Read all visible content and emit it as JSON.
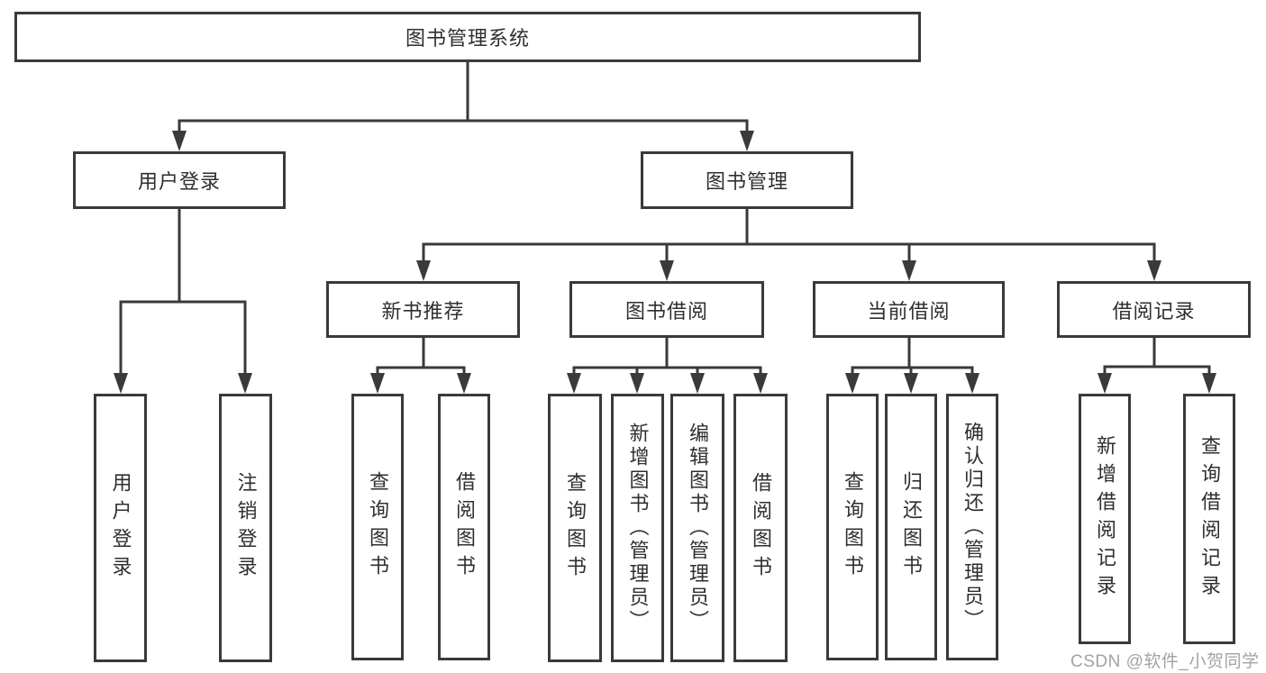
{
  "title": "图书管理系统",
  "watermark": "CSDN @软件_小贺同学",
  "colors": {
    "line": "#3a3a3a",
    "text": "#2f2f2f",
    "watermark": "#a3a3a3",
    "background": "#ffffff"
  },
  "nodes": {
    "root": {
      "label": "图书管理系统"
    },
    "user_login": {
      "label": "用户登录"
    },
    "book_mgmt": {
      "label": "图书管理"
    },
    "leaf_user_login": {
      "label": "用户登录"
    },
    "leaf_logout": {
      "label": "注销登录"
    },
    "new_book_rec": {
      "label": "新书推荐"
    },
    "book_borrow": {
      "label": "图书借阅"
    },
    "current_borrow": {
      "label": "当前借阅"
    },
    "borrow_record": {
      "label": "借阅记录"
    },
    "nb_query_book": {
      "label": "查询图书"
    },
    "nb_borrow_book": {
      "label": "借阅图书"
    },
    "bb_query_book": {
      "label": "查询图书"
    },
    "bb_add_book": {
      "label": "新增图书（管理员）"
    },
    "bb_edit_book": {
      "label": "编辑图书（管理员）"
    },
    "bb_borrow_book": {
      "label": "借阅图书"
    },
    "cb_query_book": {
      "label": "查询图书"
    },
    "cb_return_book": {
      "label": "归还图书"
    },
    "cb_confirm_return": {
      "label": "确认归还（管理员）"
    },
    "br_add_record": {
      "label": "新增借阅记录"
    },
    "br_query_record": {
      "label": "查询借阅记录"
    }
  },
  "hierarchy": {
    "root": [
      "user_login",
      "book_mgmt"
    ],
    "user_login": [
      "leaf_user_login",
      "leaf_logout"
    ],
    "book_mgmt": [
      "new_book_rec",
      "book_borrow",
      "current_borrow",
      "borrow_record"
    ],
    "new_book_rec": [
      "nb_query_book",
      "nb_borrow_book"
    ],
    "book_borrow": [
      "bb_query_book",
      "bb_add_book",
      "bb_edit_book",
      "bb_borrow_book"
    ],
    "current_borrow": [
      "cb_query_book",
      "cb_return_book",
      "cb_confirm_return"
    ],
    "borrow_record": [
      "br_add_record",
      "br_query_record"
    ]
  }
}
